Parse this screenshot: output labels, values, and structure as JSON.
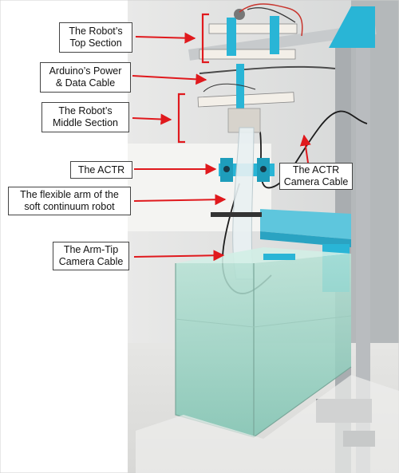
{
  "labels": {
    "top_section": {
      "line1": "The Robot’s",
      "line2": "Top Section"
    },
    "power_cable": {
      "line1": "Arduino’s Power",
      "line2": "& Data Cable"
    },
    "middle_section": {
      "line1": "The Robot’s",
      "line2": "Middle Section"
    },
    "actr": {
      "line1": "The ACTR"
    },
    "actr_camera_cable": {
      "line1": "The ACTR",
      "line2": "Camera Cable"
    },
    "flexible_arm": {
      "line1": "The flexible arm of the",
      "line2": "soft continuum robot"
    },
    "arm_tip_cable": {
      "line1": "The Arm-Tip",
      "line2": "Camera Cable"
    }
  },
  "colors": {
    "arrow": "#e0191d",
    "bracket": "#e0191d",
    "robot_parts": "#29b5d6",
    "water_tank": "#9fd8c8",
    "aluminium_frame": "#b9bcbf",
    "wall": "#f1f1f0"
  }
}
